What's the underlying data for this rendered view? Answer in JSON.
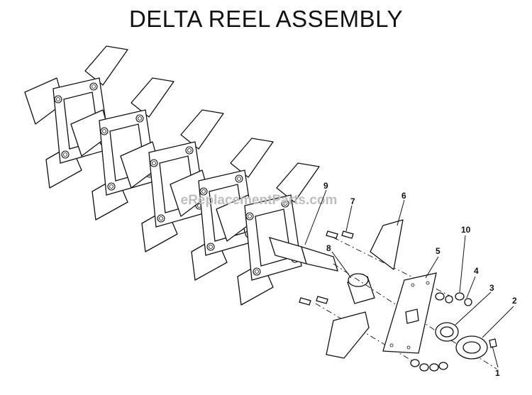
{
  "title": "DELTA REEL ASSEMBLY",
  "watermark": "eReplacementParts.com",
  "callouts": {
    "c1": "1",
    "c2": "2",
    "c3": "3",
    "c4": "4",
    "c5": "5",
    "c6": "6",
    "c7": "7",
    "c8": "8",
    "c9": "9",
    "c10": "10"
  }
}
